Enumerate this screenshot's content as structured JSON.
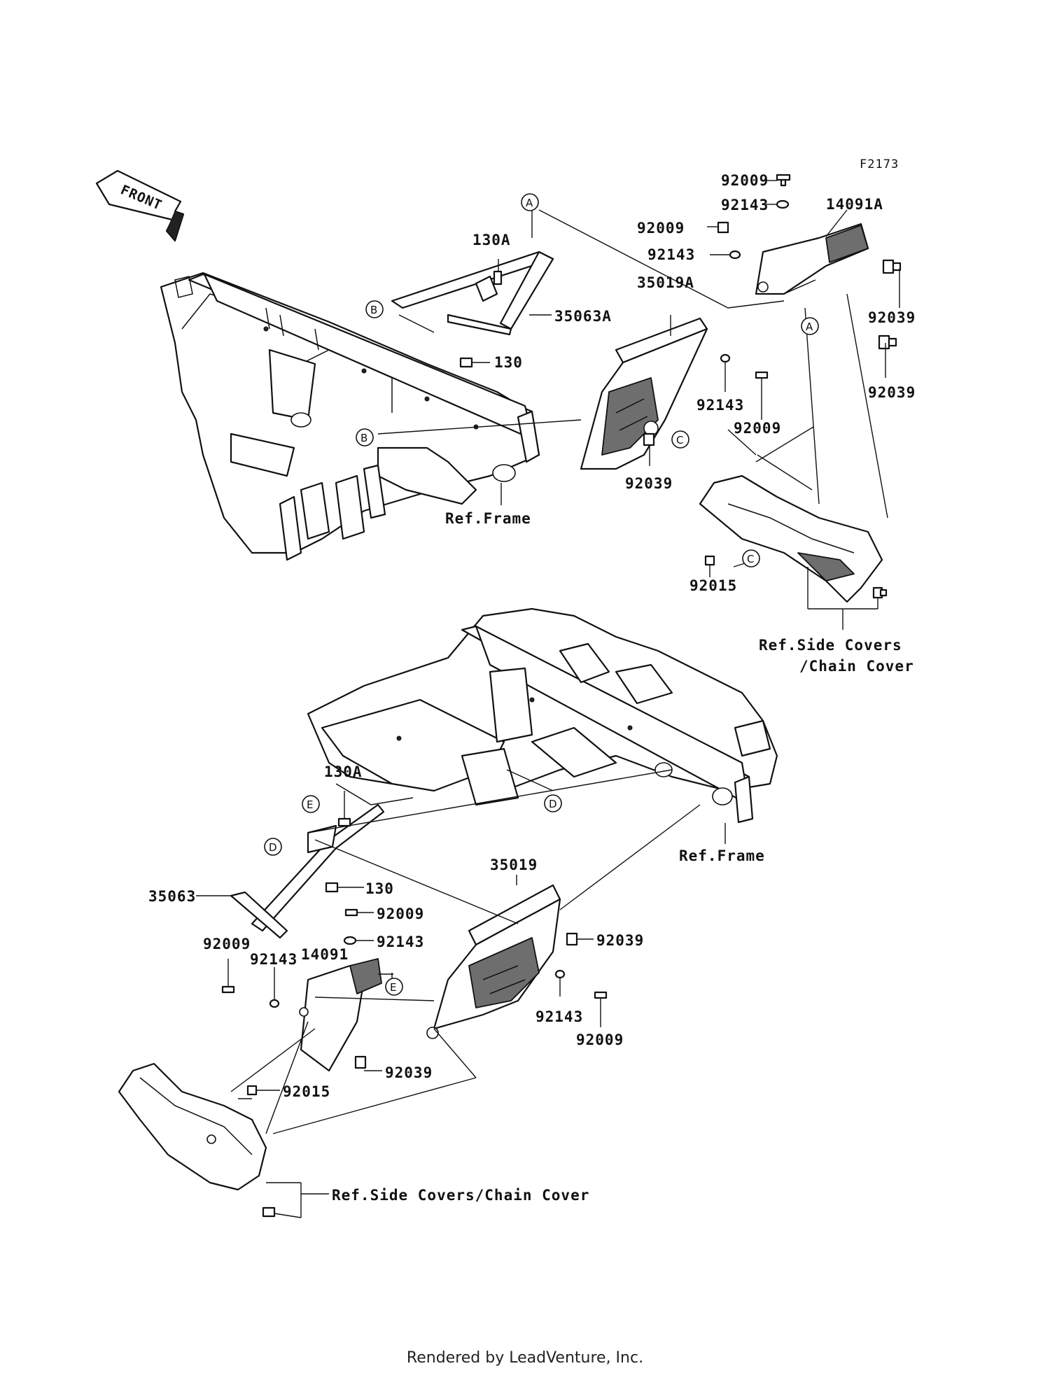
{
  "figure_code": "F2173",
  "direction": "FRONT",
  "footer": "Rendered by LeadVenture, Inc.",
  "callout_letters": {
    "a": "A",
    "b": "B",
    "c": "C",
    "d": "D",
    "e": "E"
  },
  "parts": {
    "p130A": "130A",
    "p130": "130",
    "p35063A": "35063A",
    "p35063": "35063",
    "p35019A": "35019A",
    "p35019": "35019",
    "p14091A": "14091A",
    "p14091": "14091",
    "p92009": "92009",
    "p92143": "92143",
    "p92039": "92039",
    "p92015": "92015"
  },
  "refs": {
    "frame": "Ref.Frame",
    "side_covers_line1": "Ref.Side Covers",
    "side_covers_line2": "/Chain Cover",
    "side_covers_full": "Ref.Side Covers/Chain Cover"
  }
}
